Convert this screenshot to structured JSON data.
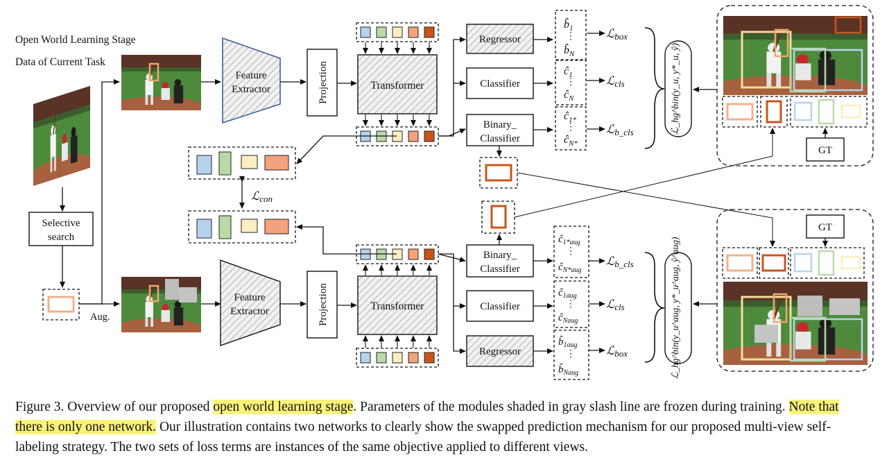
{
  "stage": {
    "title": "Open World Learning Stage",
    "subtitle": "Data of Current Task"
  },
  "boxes": {
    "selective_search": [
      "Selective",
      "search"
    ],
    "aug": "Aug.",
    "feature_extractor": [
      "Feature",
      "Extractor"
    ],
    "projection": "Projection",
    "transformer": "Transformer",
    "regressor": "Regressor",
    "classifier": "Classifier",
    "binary_classifier": [
      "Binary_",
      "Classifier"
    ],
    "gt": "GT"
  },
  "outputs_top": {
    "box": [
      "b̂",
      "1",
      "b̂",
      "N"
    ],
    "cls": [
      "ĉ",
      "1",
      "ĉ",
      "N"
    ],
    "bin": [
      "ĉ",
      "1*",
      "ĉ",
      "N*"
    ]
  },
  "outputs_bottom": {
    "bin": [
      "ĉ",
      "1*aug",
      "ĉ",
      "N*aug"
    ],
    "cls": [
      "ĉ",
      "1aug",
      "ĉ",
      "Naug"
    ],
    "box": [
      "b̂",
      "1aug",
      "b̂",
      "Naug"
    ]
  },
  "losses": {
    "box": [
      "ℒ",
      "box"
    ],
    "cls": [
      "ℒ",
      "cls"
    ],
    "b_cls": [
      "ℒ",
      "b_cls"
    ],
    "con": [
      "ℒ",
      "con"
    ],
    "hg_top": "ℒ_hg^bin(y_u, y*_u, ŷ)",
    "hg_bottom": "ℒ_hg^bin(y_u^aug, y*_u^aug, ŷ^aug)"
  },
  "caption": {
    "prefix": "Figure 3. Overview of our proposed ",
    "highlight1": "open world learning stage",
    "mid1": ". Parameters of the modules shaded in gray slash line are frozen during training. ",
    "highlight2": "Note that there is only one network.",
    "rest": " Our illustration contains two networks to clearly show the swapped prediction mechanism for our proposed multi-view self-labeling strategy. The two sets of loss terms are instances of the same objective applied to different views."
  },
  "colors": {
    "query_tokens": [
      "#b7d2ec",
      "#b9daa8",
      "#fbeec0",
      "#f3a27b",
      "#c9551b"
    ],
    "feature_extractor_border": "#3b5fa0",
    "caption_highlight": "#fbf27a",
    "field": "#4d8a3c",
    "dirt": "#a7613f"
  }
}
